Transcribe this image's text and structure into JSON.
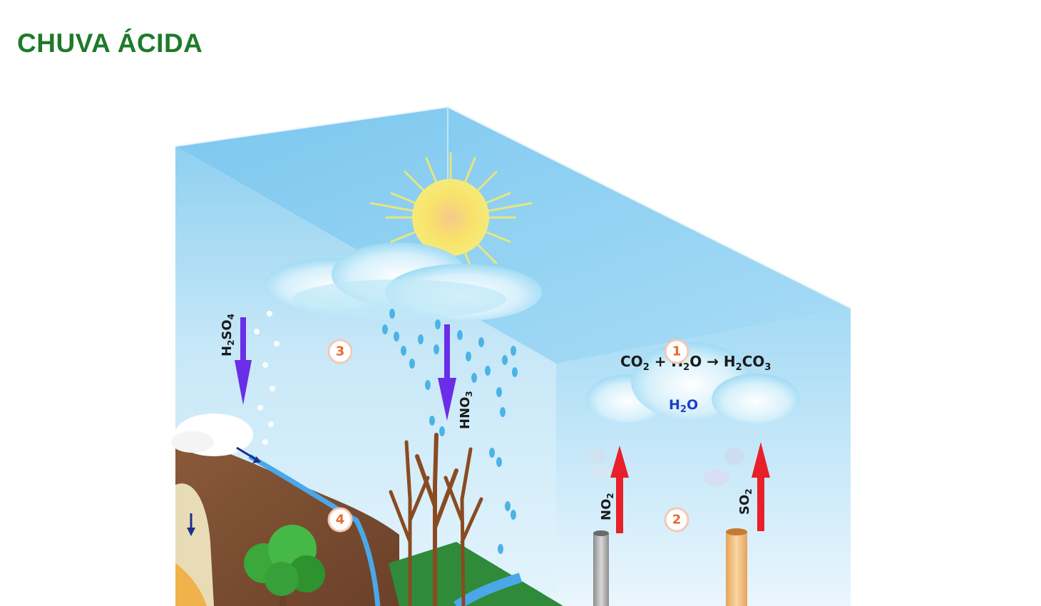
{
  "title": "CHUVA ÁCIDA",
  "labels": {
    "h2so4": {
      "main": "H",
      "s1": "2",
      "mid": "SO",
      "s2": "4"
    },
    "hno3": {
      "main": "HNO",
      "s1": "3"
    },
    "no2": {
      "main": "NO",
      "s1": "2"
    },
    "so2": {
      "main": "SO",
      "s1": "2"
    },
    "h2o": {
      "main": "H",
      "s1": "2",
      "end": "O"
    },
    "equation": {
      "co": "CO",
      "co_sub": "2",
      "plus": " + ",
      "h": "H",
      "h_sub": "2",
      "o": "O",
      "arrow": " → ",
      "hco": "H",
      "hco_sub1": "2",
      "co3": "CO",
      "co3_sub": "3"
    }
  },
  "markers": [
    {
      "id": "1",
      "label": "1"
    },
    {
      "id": "2",
      "label": "2"
    },
    {
      "id": "3",
      "label": "3"
    },
    {
      "id": "4",
      "label": "4"
    }
  ],
  "colors": {
    "title": "#1e7a2a",
    "marker_text": "#ea6a2e",
    "acid_arrow": "#6a2ee8",
    "emission_arrow": "#e8202a"
  }
}
